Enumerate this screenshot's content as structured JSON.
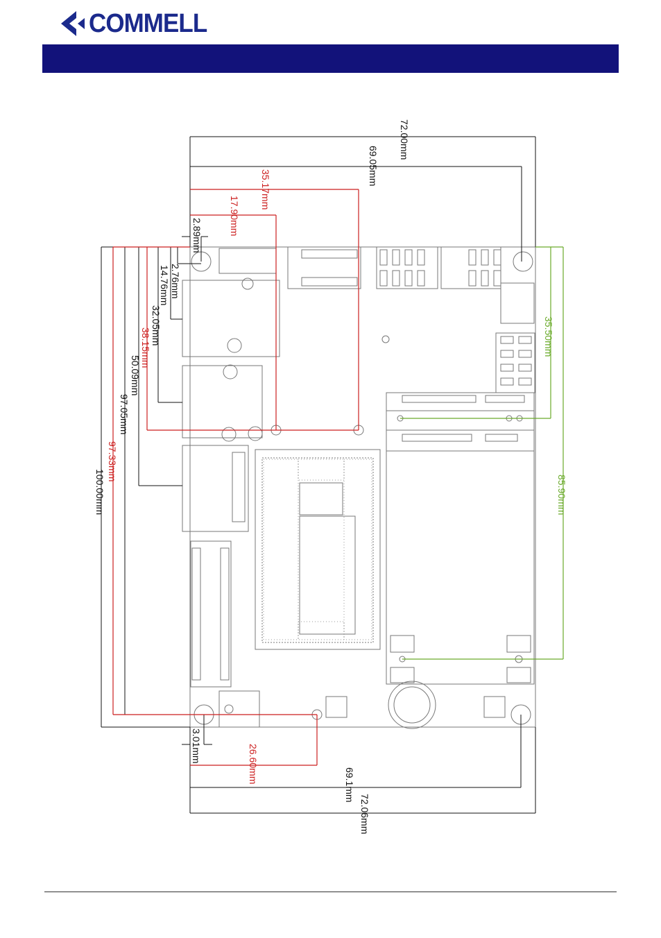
{
  "brand": {
    "name": "COMMELL",
    "color": "#1b2a8c"
  },
  "header_bar": {
    "color": "#12127a"
  },
  "colors": {
    "black": "#111111",
    "red": "#cc1f1f",
    "green": "#6aaa2a",
    "board": "#777777"
  },
  "dimensions": {
    "top_72_00": "72.00mm",
    "top_69_05": "69.05mm",
    "red_35_17": "35.17mm",
    "red_17_90": "17.90mm",
    "left_2_89": "2.89mm",
    "left_2_76": "2.76mm",
    "left_14_76": "14.76mm",
    "left_32_05": "32.05mm",
    "red_38_15": "38.15mm",
    "left_50_09": "50.09mm",
    "left_97_05": "97.05mm",
    "red_97_33": "97.33mm",
    "left_100_00": "100.00mm",
    "green_35_50": "35.50mm",
    "green_85_90": "85.90mm",
    "bottom_3_01": "3.01mm",
    "red_26_60": "26.60mm",
    "bottom_69_1": "69.1mm",
    "bottom_72_06": "72.06mm"
  }
}
